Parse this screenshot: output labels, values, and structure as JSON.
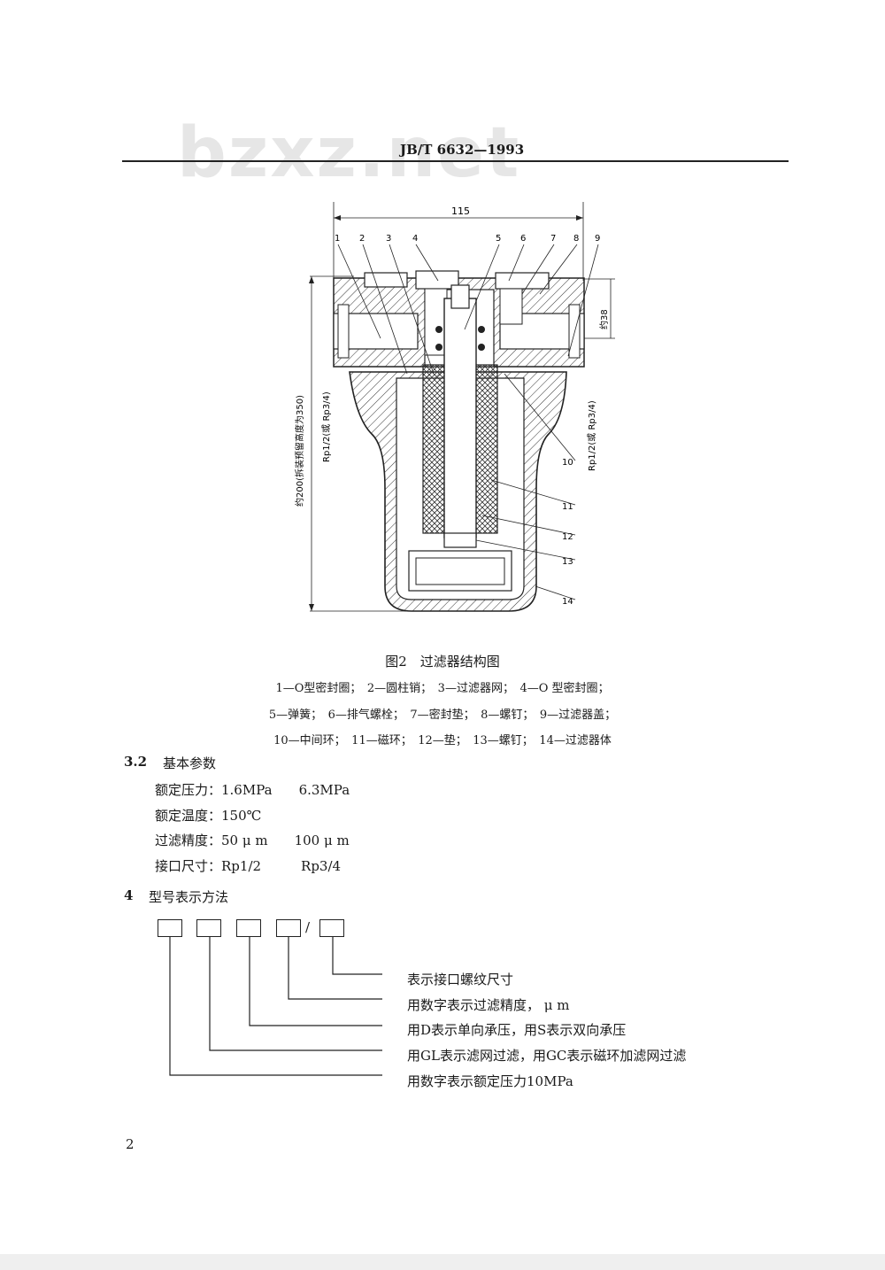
{
  "watermark": "bzxz.net",
  "header": {
    "code": "JB/T 6632—1993"
  },
  "figure": {
    "dim_top": "115",
    "dim_right_top": "约38",
    "dim_left_long": "约200(拆装预留高度为350)",
    "port_left": "Rp1/2(或 Rp3/4)",
    "port_right": "Rp1/2(或 Rp3/4)",
    "part_numbers": [
      "1",
      "2",
      "3",
      "4",
      "5",
      "6",
      "7",
      "8",
      "9",
      "10",
      "11",
      "12",
      "13",
      "14"
    ],
    "caption": "图2　过滤器结构图",
    "legend": [
      "1—O型密封圈；　2—圆柱销；　3—过滤器网；　4—O 型密封圈；",
      "5—弹簧；　6—排气螺栓；　7—密封垫；　8—螺钉；　9—过滤器盖；",
      "10—中间环；　11—磁环；　12—垫；　13—螺钉；　14—过滤器体"
    ]
  },
  "section32": {
    "number": "3.2",
    "title": "基本参数",
    "params": [
      "额定压力：1.6MPa　　6.3MPa",
      "额定温度：150℃",
      "过滤精度：50 μ m　　100 μ m",
      "接口尺寸：Rp1/2　　　Rp3/4"
    ]
  },
  "section4": {
    "number": "4",
    "title": "型号表示方法",
    "slash": "/",
    "descriptions": [
      "表示接口螺纹尺寸",
      "用数字表示过滤精度， μ m",
      "用D表示单向承压，用S表示双向承压",
      "用GL表示滤网过滤，用GC表示磁环加滤网过滤",
      "用数字表示额定压力10MPa"
    ]
  },
  "page_number": "2"
}
